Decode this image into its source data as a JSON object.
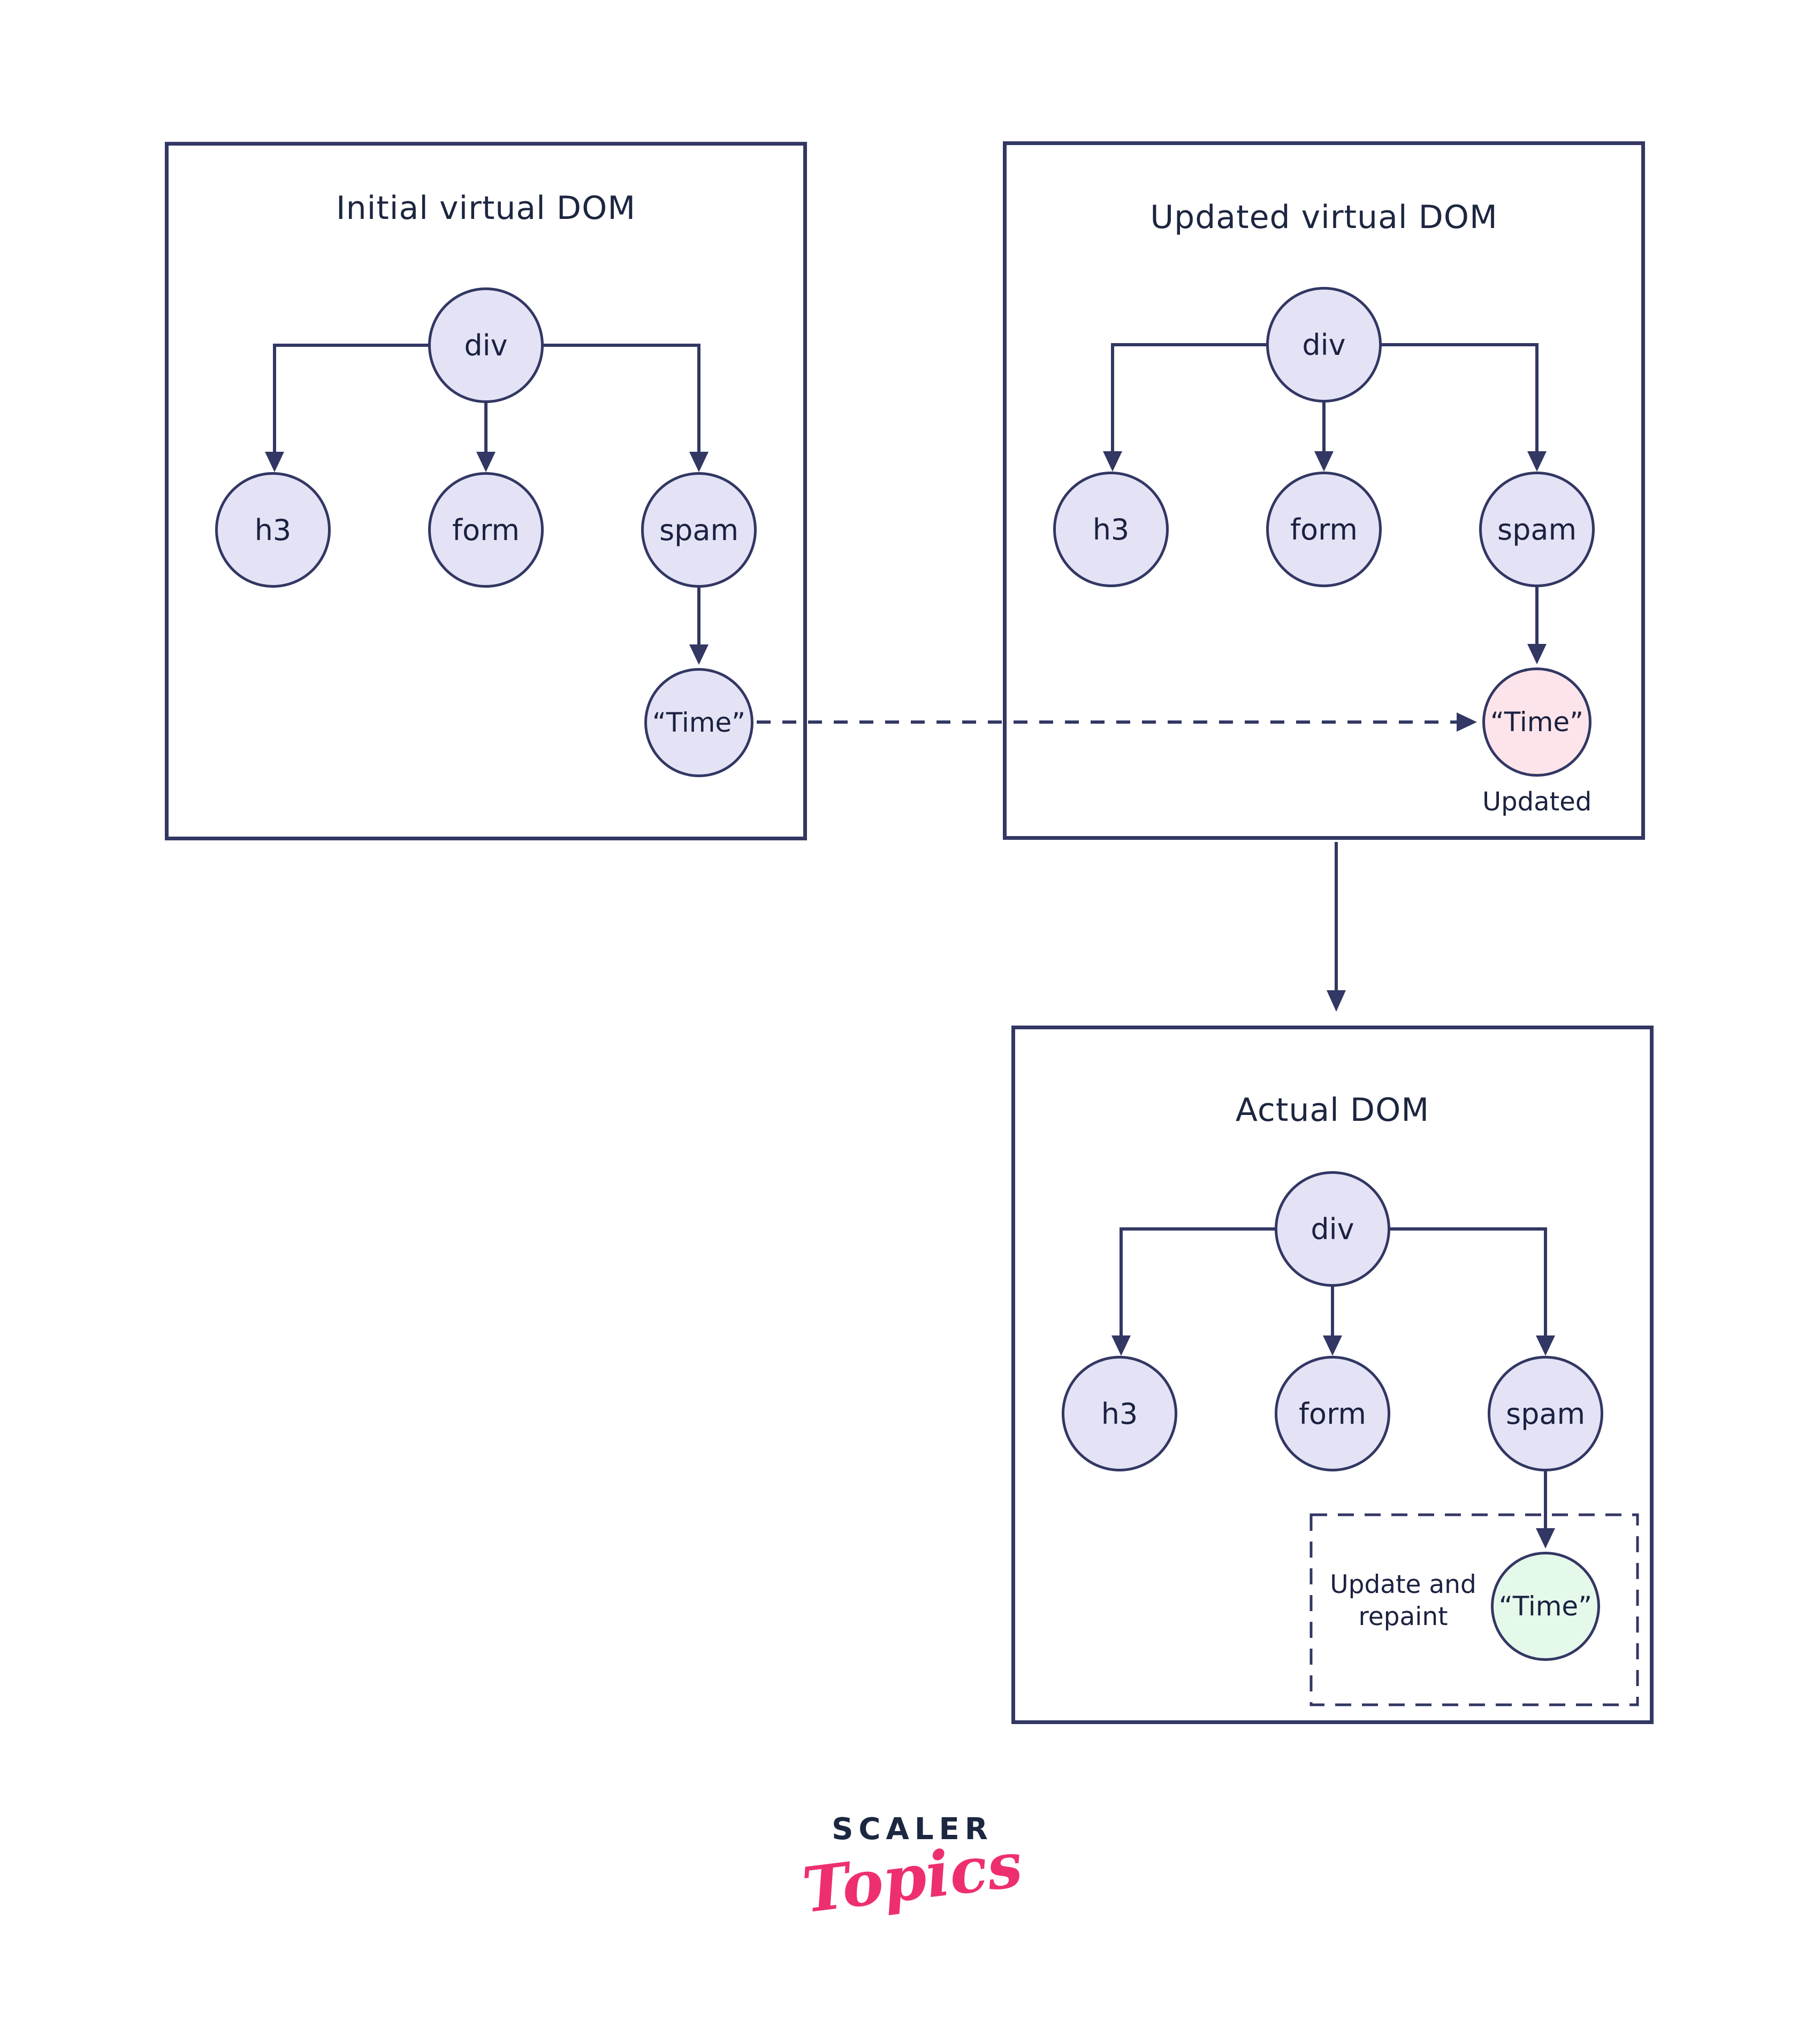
{
  "colors": {
    "background": "#ffffff",
    "stroke": "#323763",
    "text": "#1b2140",
    "title": "#1d2640",
    "node_fill": "#e4e3f6",
    "updated_fill": "#fce4ea",
    "repaint_fill": "#e5f9ea",
    "logo_navy": "#1c2740",
    "logo_pink": "#ee2f6f"
  },
  "panels": [
    {
      "title": "Initial virtual DOM",
      "root": "div",
      "children": [
        "h3",
        "form",
        "spam"
      ],
      "leaf": "“Time”"
    },
    {
      "title": "Updated virtual DOM",
      "root": "div",
      "children": [
        "h3",
        "form",
        "spam"
      ],
      "leaf": "“Time”",
      "leaf_caption": "Updated"
    },
    {
      "title": "Actual DOM",
      "root": "div",
      "children": [
        "h3",
        "form",
        "spam"
      ],
      "leaf": "“Time”",
      "annotation_line1": "Update and",
      "annotation_line2": "repaint"
    }
  ],
  "logo": {
    "primary": "SCALER",
    "secondary": "Topics"
  }
}
